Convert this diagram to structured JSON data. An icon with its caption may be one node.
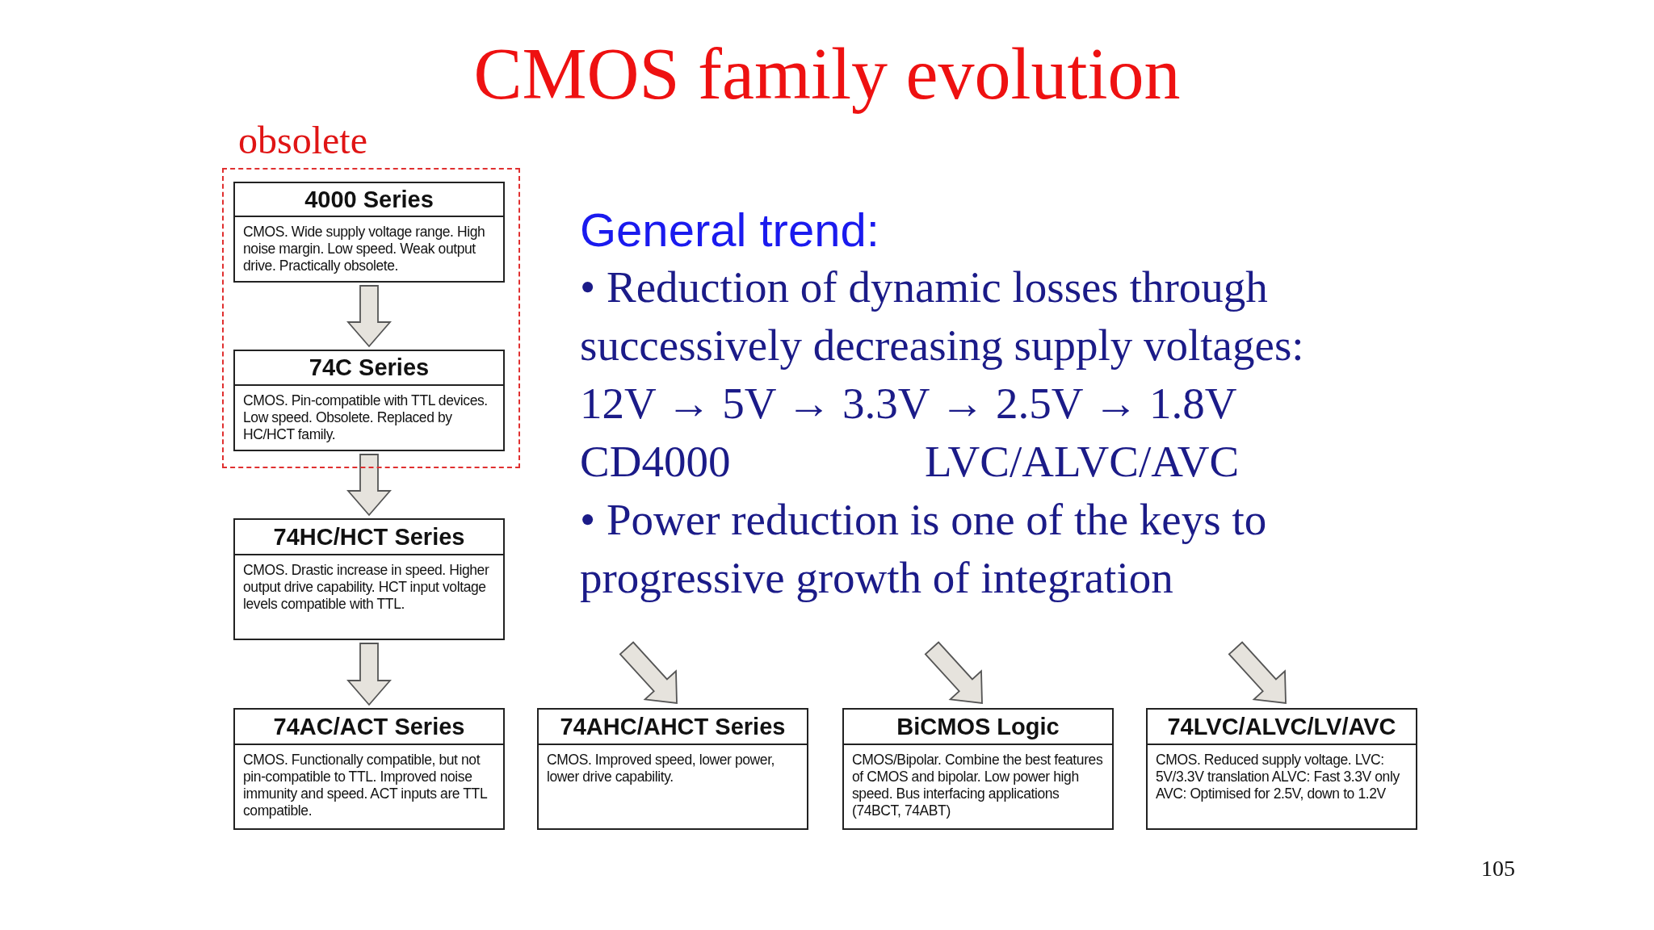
{
  "diagram": {
    "title": "CMOS family evolution",
    "nodes": [
      {
        "text": [
          "obsolete"
        ]
      },
      {
        "text": [
          "4000 Series",
          "CMOS. Wide supply voltage range. High noise margin. Low speed. Weak output drive. Practically obsolete."
        ],
        "in": 0
      },
      {
        "text": [
          "74C Series",
          "CMOS. Pin-compatible with TTL devices. Low speed. Obsolete. Replaced by HC/HCT family."
        ],
        "in": 0
      },
      {
        "text": [
          "74HC/HCT Series",
          "CMOS. Drastic increase in speed. Higher output drive capability. HCT input voltage levels compatible with TTL."
        ]
      },
      {
        "text": [
          "74AC/ACT Series",
          "CMOS. Functionally compatible, but not pin-compatible to TTL. Improved noise immunity and speed. ACT inputs are TTL compatible."
        ]
      },
      {
        "text": [
          "74AHC/AHCT Series",
          "CMOS. Improved speed, lower power, lower drive capability."
        ]
      },
      {
        "text": [
          "BiCMOS Logic",
          "CMOS/Bipolar. Combine the best features of CMOS and bipolar. Low power high speed. Bus interfacing applications (74BCT, 74ABT)"
        ]
      },
      {
        "text": [
          "74LVC/ALVC/LV/AVC",
          "CMOS. Reduced supply voltage. LVC: 5V/3.3V translation ALVC: Fast 3.3V only AVC: Optimised for 2.5V, down to 1.2V"
        ]
      }
    ],
    "edges": [
      {
        "from": 1,
        "to": 2,
        "arrow": "to"
      },
      {
        "from": 2,
        "to": 3,
        "arrow": "to"
      },
      {
        "from": 3,
        "to": 4,
        "arrow": "to"
      },
      {
        "from": null,
        "to": 5,
        "arrow": "to"
      },
      {
        "from": null,
        "to": 6,
        "arrow": "to"
      },
      {
        "from": null,
        "to": 7,
        "arrow": "to"
      }
    ],
    "labels": [
      "General trend:",
      "• Reduction of dynamic losses through successively decreasing supply voltages:",
      "12V → 5V → 3.3V → 2.5V → 1.8V",
      "CD4000",
      "LVC/ALVC/AVC",
      "• Power reduction is one of the keys to progressive growth of integration",
      "105"
    ]
  }
}
